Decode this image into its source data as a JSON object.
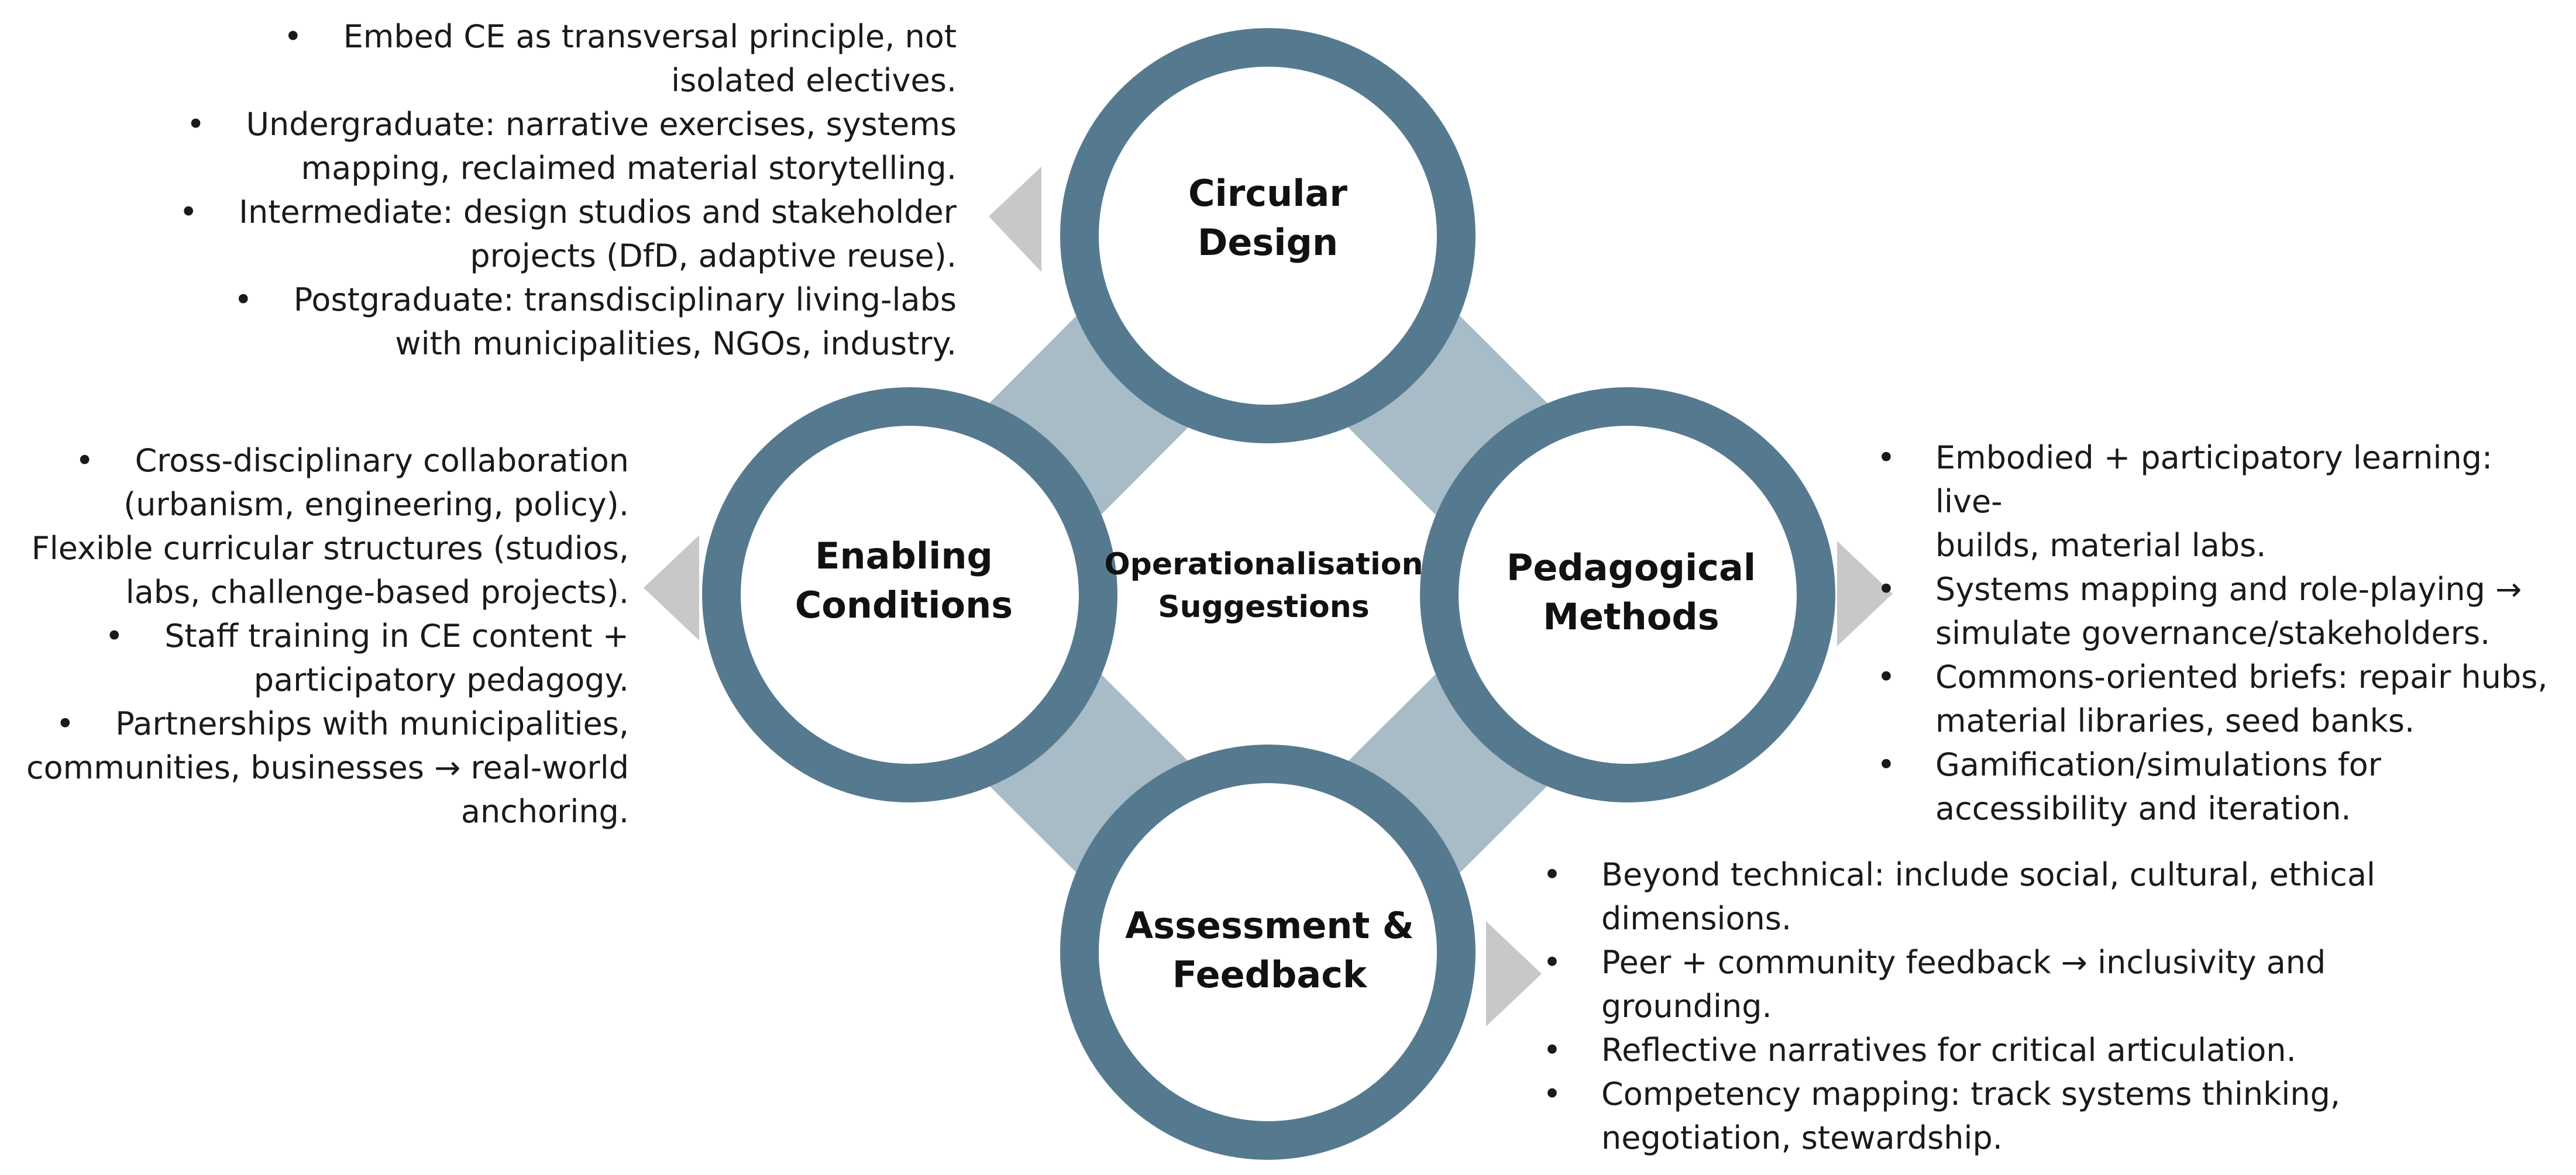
{
  "center": {
    "line1": "Operationalisation",
    "line2": "Suggestions"
  },
  "nodes": {
    "top": {
      "line1": "Circular",
      "line2": "Design"
    },
    "left": {
      "line1": "Enabling",
      "line2": "Conditions"
    },
    "right": {
      "line1": "Pedagogical",
      "line2": "Methods"
    },
    "bottom": {
      "line1": "Assessment &",
      "line2": "Feedback"
    }
  },
  "colors": {
    "ring": "#557a90",
    "connector": "#a7bcc7",
    "arrow": "#c8c8c8"
  },
  "bullets": {
    "circular_design": [
      {
        "l1": "Embed CE as transversal principle, not",
        "l2": "isolated electives."
      },
      {
        "l1": "Undergraduate: narrative exercises, systems",
        "l2": "mapping, reclaimed material storytelling."
      },
      {
        "l1": "Intermediate: design studios and stakeholder",
        "l2": "projects (DfD, adaptive reuse)."
      },
      {
        "l1": "Postgraduate: transdisciplinary living-labs",
        "l2": "with municipalities, NGOs, industry."
      }
    ],
    "enabling_conditions": [
      {
        "l1": "Cross-disciplinary collaboration",
        "l2": "(urbanism, engineering, policy).",
        "bullet": true
      },
      {
        "l1": "Flexible curricular structures (studios,",
        "l2": "labs, challenge-based projects).",
        "bullet": false
      },
      {
        "l1": "Staff training in CE content +",
        "l2": "participatory pedagogy.",
        "bullet": true
      },
      {
        "l1": "Partnerships with municipalities,",
        "l2": "communities, businesses → real-world",
        "l3": "anchoring.",
        "bullet": true
      }
    ],
    "pedagogical_methods": [
      {
        "l1": "Embodied + participatory learning: live-",
        "l2": "builds, material labs."
      },
      {
        "l1": "Systems mapping and role-playing →",
        "l2": "simulate governance/stakeholders."
      },
      {
        "l1": "Commons-oriented briefs: repair hubs,",
        "l2": "material libraries, seed banks."
      },
      {
        "l1": "Gamification/simulations for",
        "l2": "accessibility and iteration."
      }
    ],
    "assessment_feedback": [
      {
        "l1": "Beyond technical: include social, cultural, ethical",
        "l2": "dimensions."
      },
      {
        "l1": "Peer + community feedback → inclusivity and",
        "l2": "grounding."
      },
      {
        "l1": "Reflective narratives for critical articulation."
      },
      {
        "l1": "Competency mapping: track systems thinking,",
        "l2": "negotiation, stewardship."
      }
    ]
  }
}
